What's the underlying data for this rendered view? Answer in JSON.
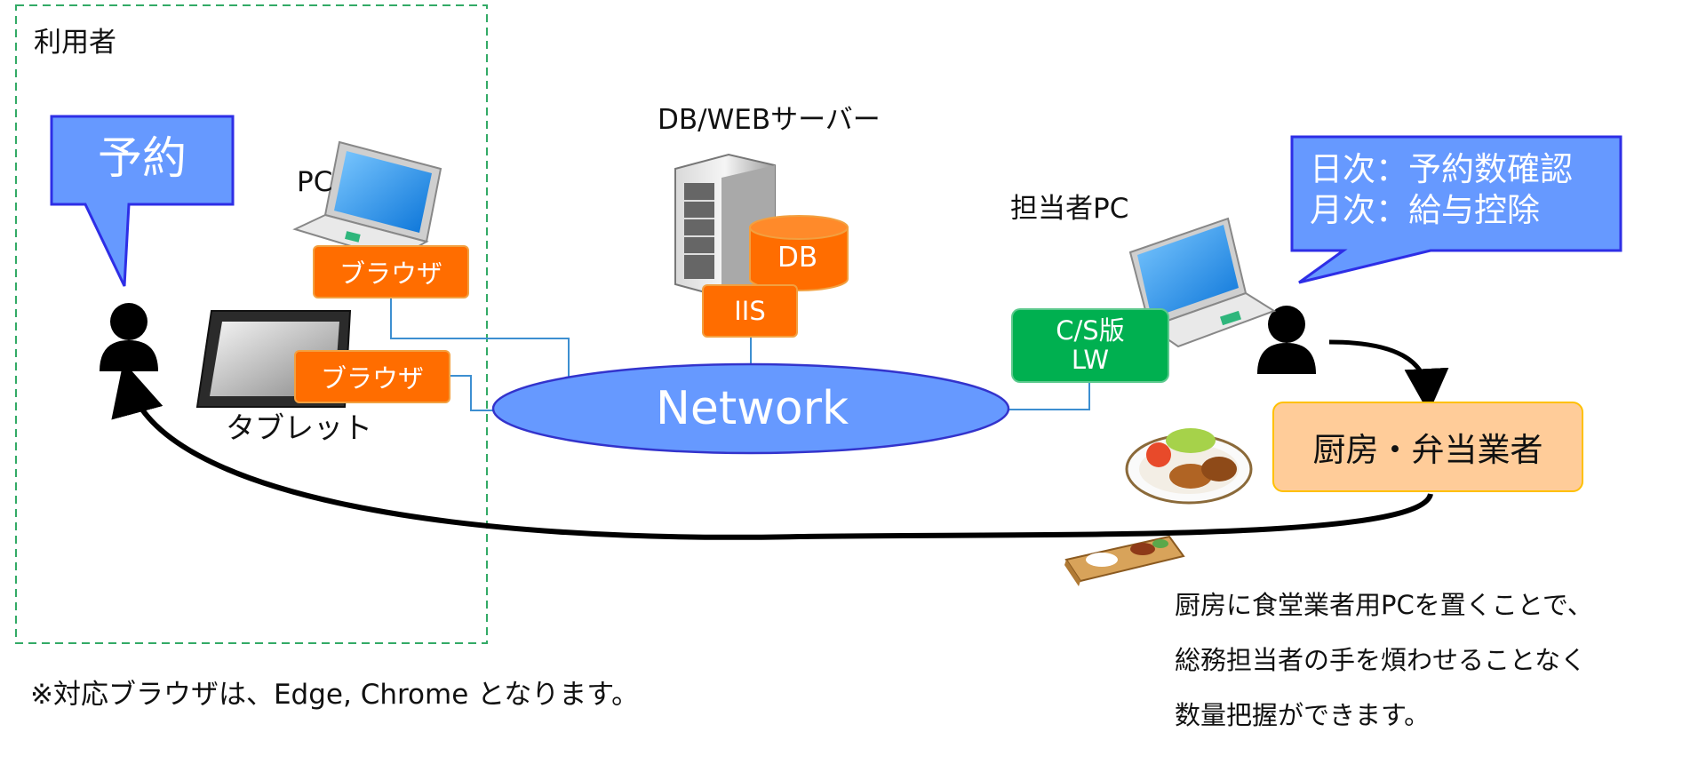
{
  "users_area": {
    "label": "利用者"
  },
  "reserve_bubble": {
    "text": "予約"
  },
  "pc": {
    "label": "PC",
    "browser_label": "ブラウザ"
  },
  "tablet": {
    "label": "タブレット",
    "browser_label": "ブラウザ"
  },
  "server": {
    "label": "DB/WEBサーバー",
    "db_label": "DB",
    "iis_label": "IIS"
  },
  "network": {
    "label": "Network"
  },
  "staff_pc": {
    "label": "担当者PC",
    "client_label_line1": "C/S版",
    "client_label_line2": "LW"
  },
  "staff_bubble": {
    "line1": "日次：予約数確認",
    "line2": "月次：給与控除"
  },
  "kitchen": {
    "label": "厨房・弁当業者"
  },
  "browser_note": {
    "text": "※対応ブラウザは、Edge, Chrome となります。"
  },
  "kitchen_note": {
    "line1": "厨房に食堂業者用PCを置くことで、",
    "line2": "総務担当者の手を煩わせることなく",
    "line3": "数量把握ができます。"
  },
  "colors": {
    "network_fill": "#6699ff",
    "network_stroke": "#3333cc",
    "bubble_fill": "#6699ff",
    "bubble_stroke": "#2e2ee6",
    "browser_orange": "#ff6d00",
    "client_green": "#00b050",
    "kitchen_fill": "#ffcc99",
    "kitchen_stroke": "#ffc000",
    "user_area_border": "#33aa66",
    "connector": "#3d8fd1"
  }
}
